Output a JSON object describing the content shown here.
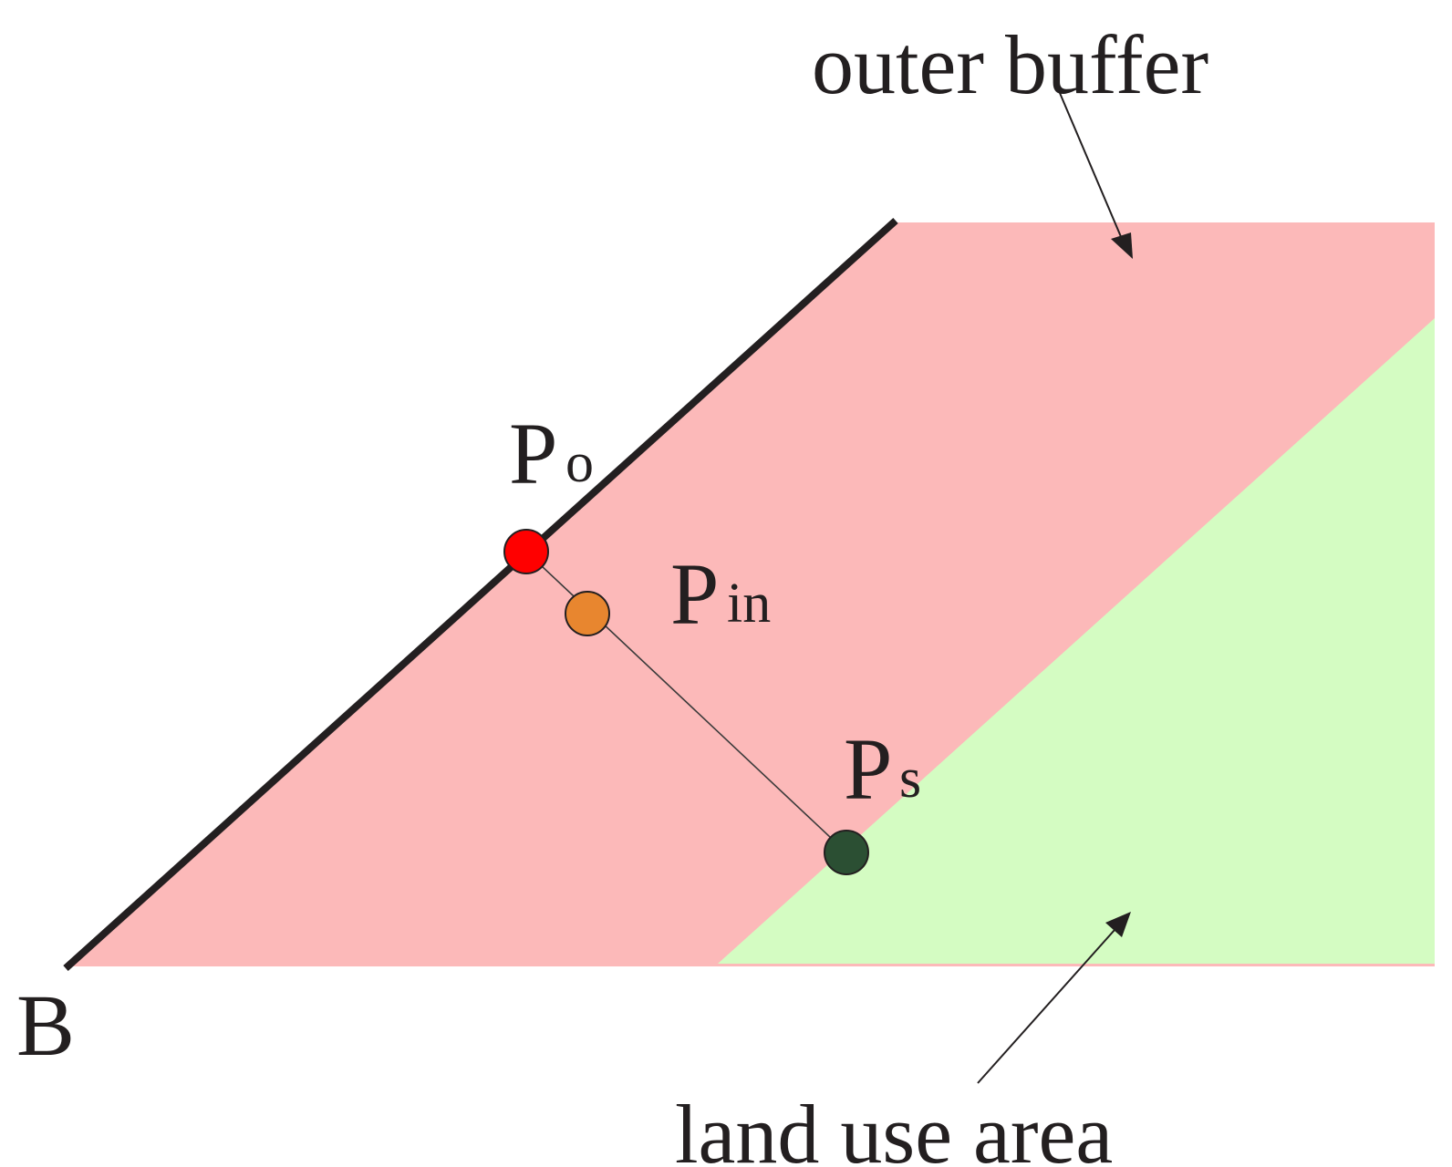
{
  "labels": {
    "outer_buffer": "outer buffer",
    "land_use_area": "land use area",
    "boundary": "B",
    "p_outer_main": "P",
    "p_outer_sub": "o",
    "p_in_main": "P",
    "p_in_sub": "in",
    "p_s_main": "P",
    "p_s_sub": "s"
  },
  "colors": {
    "buffer_fill": "#fcb9b9",
    "land_fill": "#d4fcc2",
    "boundary_line": "#231f20",
    "point_outer": "#ff0000",
    "point_inner": "#e8862f",
    "point_surface": "#2b4f33"
  }
}
